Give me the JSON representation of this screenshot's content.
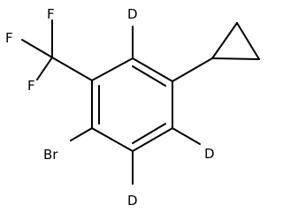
{
  "molecule": {
    "atoms": {
      "F_top": "F",
      "F_left": "F",
      "F_bottom": "F",
      "Br": "Br",
      "D_top": "D",
      "D_right": "D",
      "D_bottom": "D"
    },
    "colors": {
      "bond": "#000000",
      "text": "#000000",
      "background": "#ffffff"
    }
  }
}
